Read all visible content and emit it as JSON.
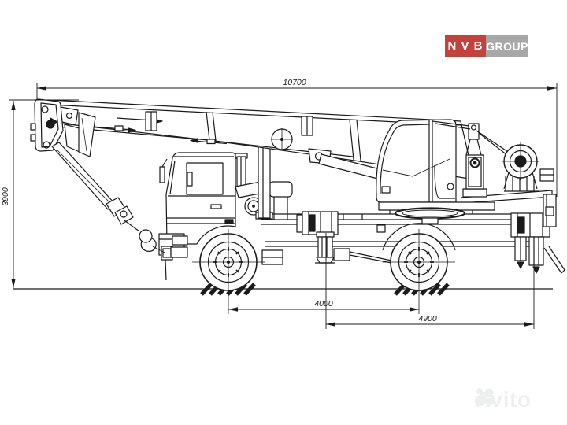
{
  "logo": {
    "brand": "N V B",
    "suffix": "GROUP",
    "brand_bg": "#c5413b",
    "suffix_bg": "#a8a8a8"
  },
  "watermark": {
    "text": "Avito",
    "color": "#eef0f0"
  },
  "dimensions": {
    "overall_length": "10700",
    "overall_height": "3900",
    "wheelbase": "4000",
    "outrigger_spacing": "4900"
  },
  "drawing": {
    "line_color": "#1b1b1b",
    "background": "#ffffff"
  }
}
